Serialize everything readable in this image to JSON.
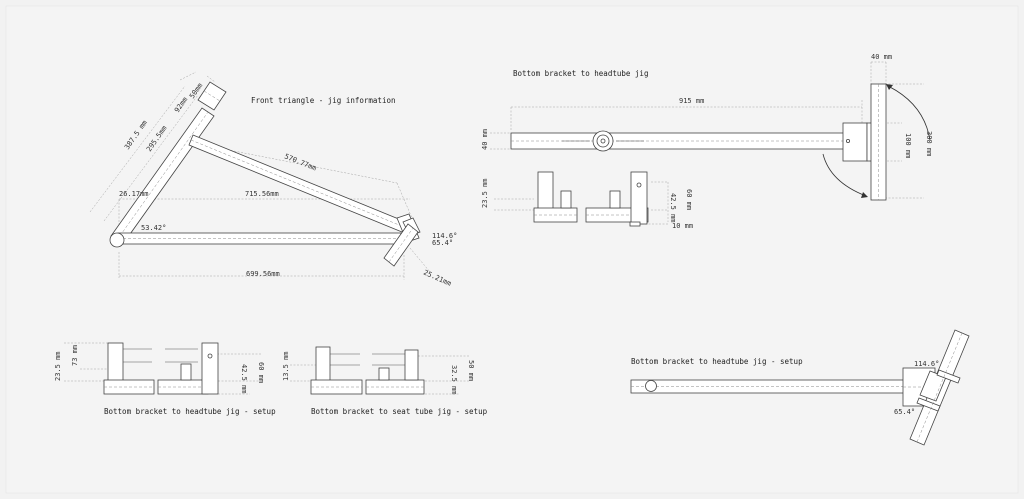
{
  "colors": {
    "page": "#f2f2f2",
    "paper": "#ffffff",
    "line": "#444444",
    "dash": "#999999"
  },
  "titles": {
    "front_triangle": "Front triangle - jig information",
    "bb_headtube_top": "Bottom bracket to headtube jig",
    "bb_headtube_setup_left": "Bottom bracket to headtube jig - setup",
    "bb_seattube_setup": "Bottom bracket to seat tube jig - setup",
    "bb_headtube_setup_right": "Bottom bracket to headtube jig - setup"
  },
  "front_triangle": {
    "d_387": "387.5 mm",
    "d_295": "295.5mm",
    "d_92": "92mm",
    "d_50": "50mm",
    "d_570": "570.77mm",
    "d_26": "26.17mm",
    "d_715": "715.56mm",
    "angle_53": "53.42°",
    "angle_114": "114.6°",
    "angle_65": "65.4°",
    "d_699": "699.56mm",
    "d_25": "25.21mm"
  },
  "bb_headtube_jig": {
    "d_40_top": "40 mm",
    "d_915": "915 mm",
    "d_40_left": "40 mm",
    "d_100": "100 mm",
    "d_300": "300 mm",
    "d_23": "23.5 mm",
    "d_42": "42.5 mm",
    "d_60": "60 mm",
    "d_10": "10 mm"
  },
  "setup_left": {
    "d_23": "23.5 mm",
    "d_73": "73 mm",
    "d_60": "60 mm",
    "d_42": "42.5 mm"
  },
  "setup_middle": {
    "d_13": "13.5 mm",
    "d_32": "32.5 mm",
    "d_50": "50 mm"
  },
  "setup_right": {
    "angle_114": "114.6°",
    "angle_65": "65.4°"
  }
}
